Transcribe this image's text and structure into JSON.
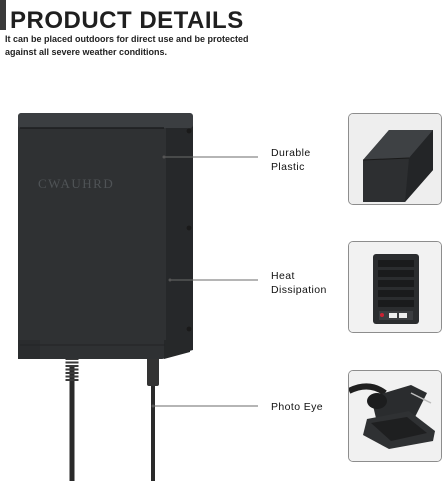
{
  "header": {
    "title": "PRODUCT DETAILS",
    "subtitle": "It can be placed outdoors for direct use and be protected against all severe weather conditions."
  },
  "product": {
    "brand_mark": "CWAUHRD"
  },
  "callouts": [
    {
      "label_line1": "Durable",
      "label_line2": "Plastic"
    },
    {
      "label_line1": "Heat",
      "label_line2": "Dissipation"
    },
    {
      "label_line1": "Photo Eye",
      "label_line2": ""
    }
  ],
  "colors": {
    "housing": "#2f3133",
    "housing_light": "#45484b",
    "inset_border": "#8d8d8d",
    "text": "#1f1f1f"
  }
}
